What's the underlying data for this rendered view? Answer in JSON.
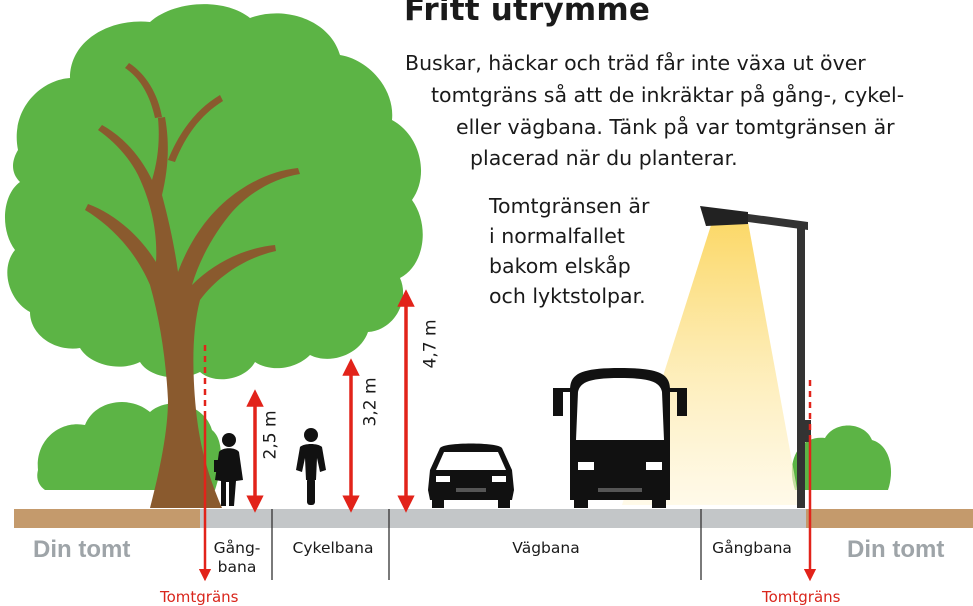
{
  "title": "Fritt utrymme",
  "paragraph": [
    "Buskar, häckar och träd får inte växa ut över",
    "tomtgräns så att de inkräktar på gång-, cykel-",
    "eller vägbana. Tänk på var tomtgränsen är",
    "placerad när du planterar."
  ],
  "note": [
    "Tomtgränsen är",
    "i normalfallet",
    "bakom elskåp",
    "och lyktstolpar."
  ],
  "property_label": "Din tomt",
  "lanes": {
    "gangbana_left": [
      "Gång-",
      "bana"
    ],
    "cykelbana": "Cykelbana",
    "vagbana": "Vägbana",
    "gangbana_right": "Gångbana"
  },
  "boundary_label": "Tomtgräns",
  "measurements": {
    "pedestrian": "2,5 m",
    "cyclist": "3,2 m",
    "road": "4,7 m"
  },
  "colors": {
    "tree_green": "#5cb445",
    "trunk_brown": "#8a5a2e",
    "ground": "#c49a6c",
    "road_gray": "#c3c6c8",
    "arrow_red": "#e2231a",
    "lamp_glow": "#fde9a8"
  }
}
